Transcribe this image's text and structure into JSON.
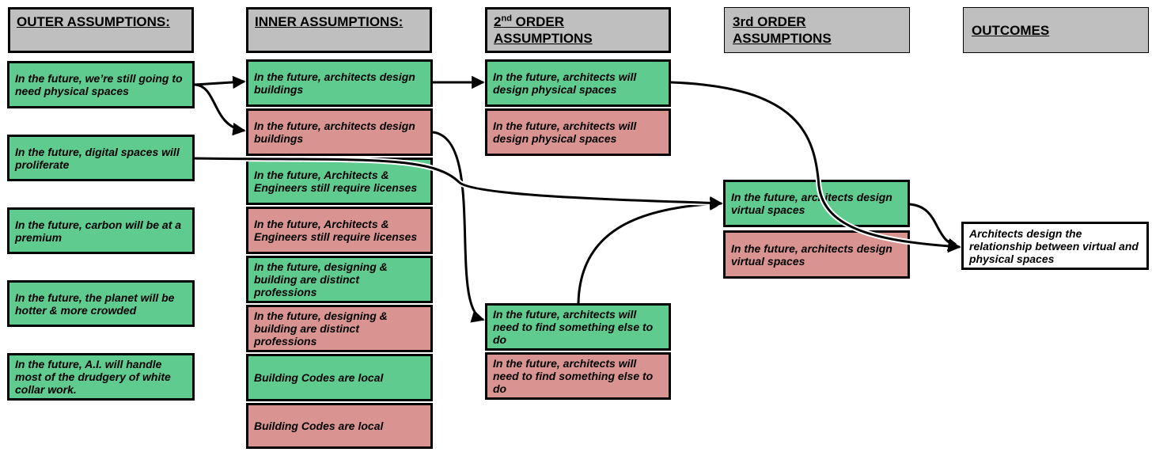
{
  "headers": {
    "outer": "OUTER ASSUMPTIONS:",
    "inner": "INNER ASSUMPTIONS:",
    "second_prefix": "2",
    "second_sup": "nd",
    "second_rest": " ORDER ASSUMPTIONS",
    "third": "3rd ORDER ASSUMPTIONS",
    "outcomes": "OUTCOMES"
  },
  "outer": [
    "In the future, we’re still going to need physical spaces",
    "In the future, digital spaces will proliferate",
    "In the future, carbon will be at a premium",
    "In the future, the planet will be hotter & more crowded",
    "In the future, A.I. will handle most of the drudgery of white collar work."
  ],
  "inner": [
    "In the future, architects design buildings",
    "In the future, architects design buildings",
    "In the future, Architects & Engineers still require licenses",
    "In the future, Architects & Engineers still require licenses",
    "In the future, designing & building are distinct professions",
    "In the future, designing & building are distinct professions",
    "Building Codes are local",
    "Building Codes are local"
  ],
  "second": [
    "In the future, architects will design physical spaces",
    "In the future, architects will design physical spaces",
    "In the future, architects will need to find something else to do",
    "In the future, architects will need to find something else to do"
  ],
  "third": [
    "In the future, architects design virtual spaces",
    "In the future, architects design virtual spaces"
  ],
  "outcome": "Architects design the relationship between virtual and physical spaces",
  "colors": {
    "true": "#5fcb8f",
    "false": "#d99491",
    "header": "#bfbfbf"
  }
}
